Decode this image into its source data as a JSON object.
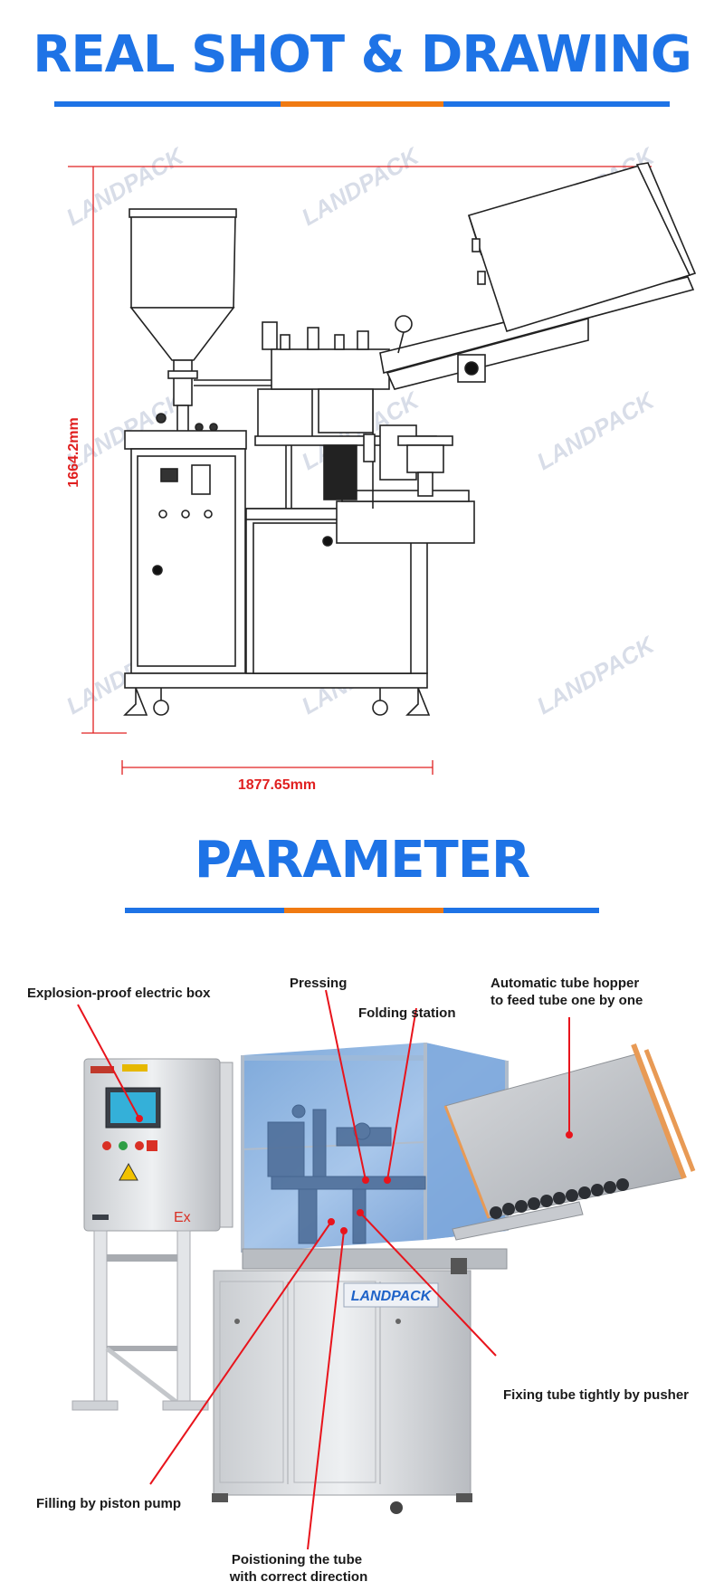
{
  "section1": {
    "title": "REAL SHOT & DRAWING",
    "height_dimension": "1664.2mm",
    "width_dimension": "1877.65mm",
    "watermark": "LANDPACK"
  },
  "section2": {
    "title": "PARAMETER",
    "brand_logo": "LANDPACK",
    "cabinet_marking": "Ex",
    "callouts": {
      "electric_box": "Explosion-proof electric box",
      "pressing": "Pressing",
      "folding_station": "Folding station",
      "tube_hopper_line1": "Automatic tube hopper",
      "tube_hopper_line2": "to feed tube one by one",
      "fixing_tube": "Fixing tube tightly by pusher",
      "filling": "Filling by piston pump",
      "positioning_line1": "Poistioning the tube",
      "positioning_line2": "with correct direction"
    }
  },
  "colors": {
    "accent_blue": "#1e73e6",
    "accent_orange": "#f07a12",
    "dimension_red": "#e02020",
    "callout_red": "#e8141c"
  }
}
